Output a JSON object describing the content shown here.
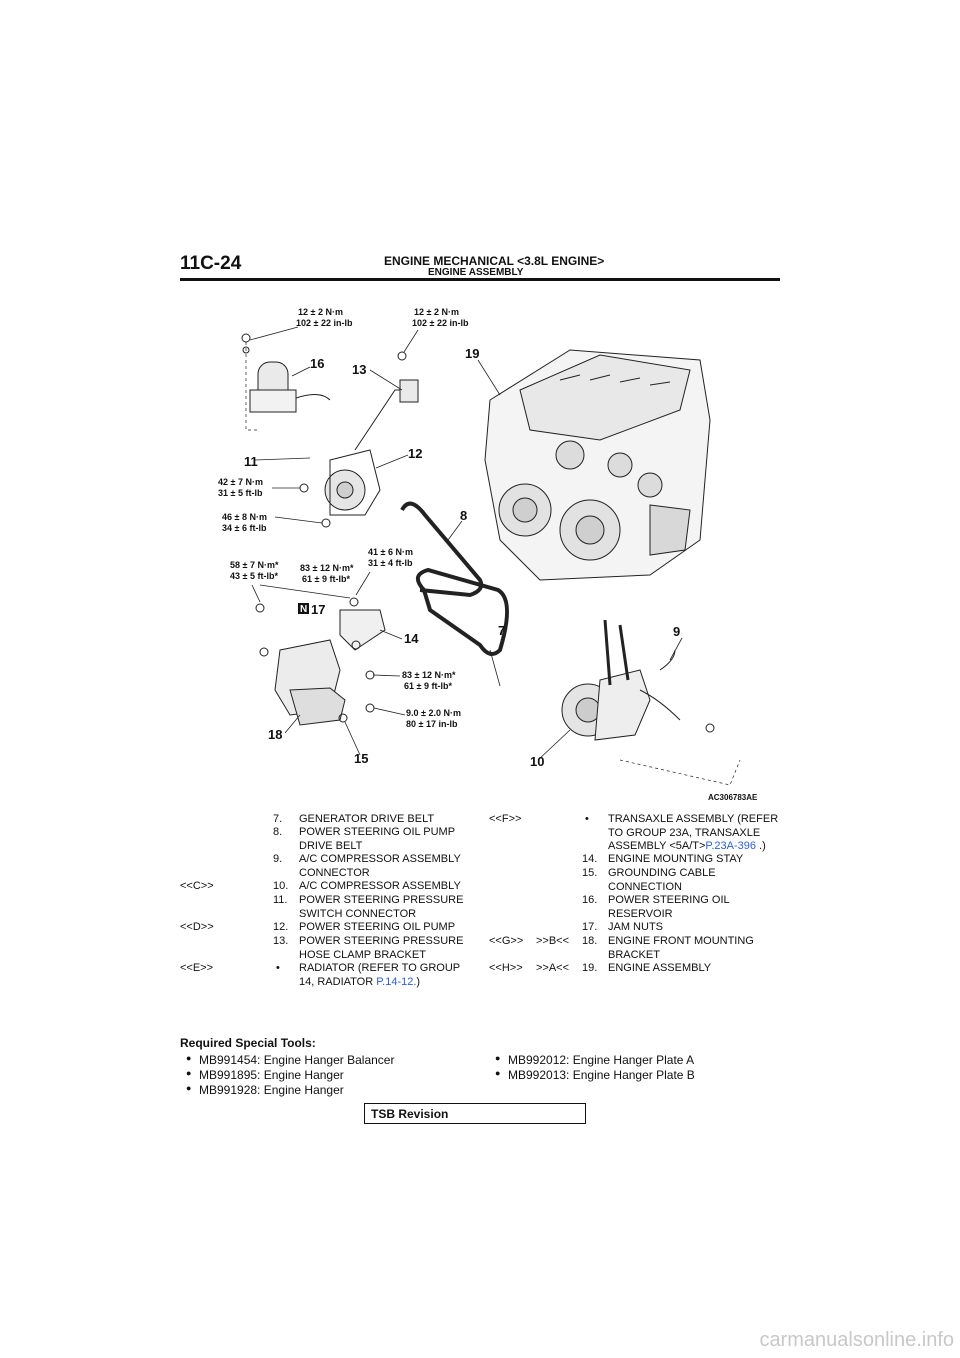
{
  "header": {
    "section_code": "11C-24",
    "title": "ENGINE MECHANICAL <3.8L ENGINE>",
    "subtitle": "ENGINE ASSEMBLY"
  },
  "diagram": {
    "figure_id": "AC306783AE",
    "torque_labels": {
      "t16_a": "12 ± 2 N·m",
      "t16_b": "102 ± 22 in-lb",
      "t13_a": "12 ± 2 N·m",
      "t13_b": "102 ± 22 in-lb",
      "t11_a": "42 ± 7 N·m",
      "t11_b": "31 ± 5 ft-lb",
      "t12_a": "46 ± 8 N·m",
      "t12_b": "34 ± 6 ft-lb",
      "t17a_a": "58 ± 7 N·m*",
      "t17a_b": "43 ± 5 ft-lb*",
      "t17b_a": "83 ± 12 N·m*",
      "t17b_b": "61 ± 9 ft-lb*",
      "t14_a": "41 ± 6 N·m",
      "t14_b": "31 ± 4 ft-lb",
      "t18_a": "83 ± 12 N·m*",
      "t18_b": "61 ± 9 ft-lb*",
      "t15_a": "9.0 ± 2.0 N·m",
      "t15_b": "80 ± 17 in-lb"
    },
    "callouts": {
      "c7": "7",
      "c8": "8",
      "c9": "9",
      "c10": "10",
      "c11": "11",
      "c12": "12",
      "c13": "13",
      "c14": "14",
      "c15": "15",
      "c16": "16",
      "c17": "17",
      "c18": "18",
      "c19": "19",
      "n_badge": "N"
    }
  },
  "parts_left": [
    {
      "tag": "",
      "num": "7.",
      "text": "GENERATOR DRIVE BELT"
    },
    {
      "tag": "",
      "num": "8.",
      "text": "POWER STEERING OIL PUMP DRIVE BELT"
    },
    {
      "tag": "",
      "num": "9.",
      "text": "A/C COMPRESSOR ASSEMBLY CONNECTOR"
    },
    {
      "tag": "<<C>>",
      "num": "10.",
      "text": "A/C COMPRESSOR ASSEMBLY"
    },
    {
      "tag": "",
      "num": "11.",
      "text": "POWER STEERING PRESSURE SWITCH CONNECTOR"
    },
    {
      "tag": "<<D>>",
      "num": "12.",
      "text": "POWER STEERING OIL PUMP"
    },
    {
      "tag": "",
      "num": "13.",
      "text": "POWER STEERING PRESSURE HOSE CLAMP BRACKET"
    },
    {
      "tag": "<<E>>",
      "num": "•",
      "text": "RADIATOR (REFER TO GROUP 14, RADIATOR ",
      "link": "P.14-12.",
      "after": ")"
    }
  ],
  "parts_right": [
    {
      "tag": "<<F>>",
      "num": "•",
      "text": "TRANSAXLE ASSEMBLY (REFER TO GROUP 23A, TRANSAXLE ASSEMBLY <5A/T>",
      "link": "P.23A-396",
      "after": " .)"
    },
    {
      "tag": "",
      "num": "14.",
      "text": "ENGINE MOUNTING STAY"
    },
    {
      "tag": "",
      "num": "15.",
      "text": "GROUNDING CABLE CONNECTION"
    },
    {
      "tag": "",
      "num": "16.",
      "text": "POWER STEERING OIL RESERVOIR"
    },
    {
      "tag": "",
      "num": "17.",
      "text": "JAM NUTS"
    },
    {
      "tag": "<<G>>",
      "tag2": ">>B<<",
      "num": "18.",
      "text": "ENGINE FRONT MOUNTING BRACKET"
    },
    {
      "tag": "<<H>>",
      "tag2": ">>A<<",
      "num": "19.",
      "text": "ENGINE ASSEMBLY"
    }
  ],
  "tools": {
    "title": "Required Special Tools:",
    "left": [
      "MB991454: Engine Hanger Balancer",
      "MB991895: Engine Hanger",
      "MB991928: Engine Hanger"
    ],
    "right": [
      "MB992012: Engine Hanger Plate A",
      "MB992013: Engine Hanger Plate B"
    ]
  },
  "footer": {
    "tsb_label": "TSB Revision",
    "watermark": "carmanualsonline.info"
  }
}
